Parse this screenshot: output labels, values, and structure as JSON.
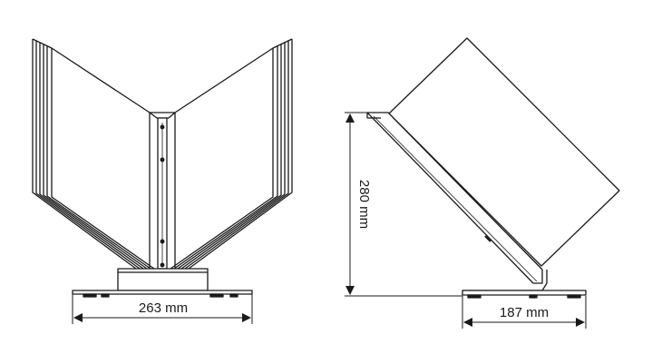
{
  "dimensions": {
    "front_width": "263 mm",
    "side_height": "280 mm",
    "side_depth": "187 mm"
  },
  "colors": {
    "line": "#1a1a1a",
    "background": "#ffffff"
  }
}
